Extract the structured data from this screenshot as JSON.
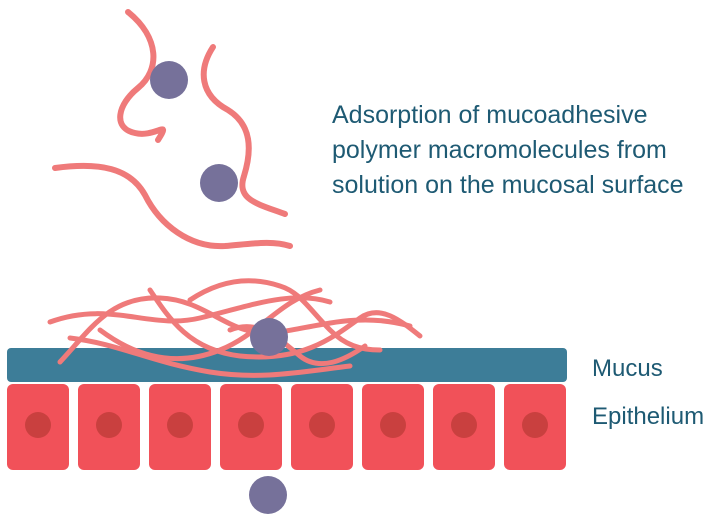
{
  "caption": {
    "lines": [
      "Adsorption of mucoadhesive",
      "polymer macromolecules from",
      "solution on the mucosal surface"
    ]
  },
  "labels": {
    "mucus": "Mucus",
    "epithelium": "Epithelium"
  },
  "colors": {
    "text": "#1e5a73",
    "mucus_layer": "#3d7d98",
    "epithelial_cell": "#f15159",
    "cell_nucleus": "#c9403f",
    "polymer_strand": "#ef7a7a",
    "particle": "#76719a"
  }
}
